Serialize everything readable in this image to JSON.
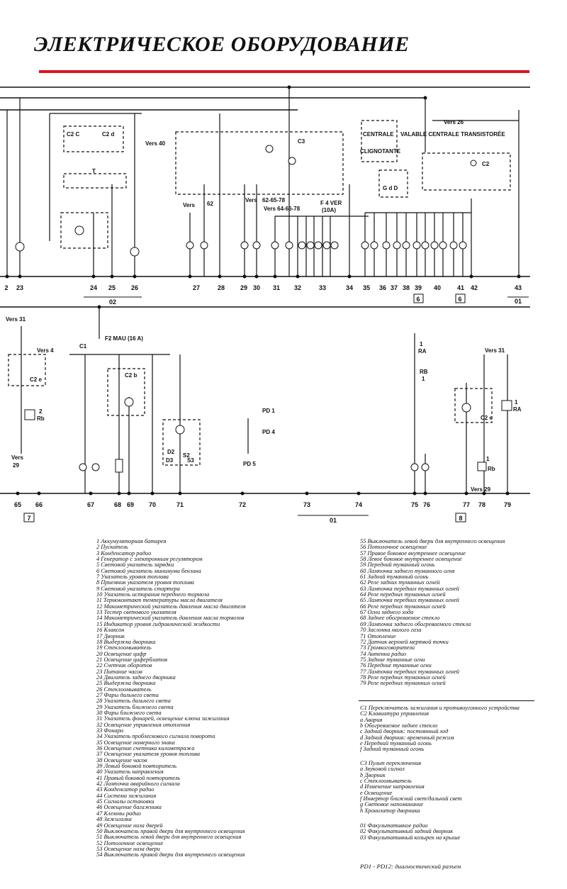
{
  "header": {
    "title": "ЭЛЕКТРИЧЕСКОЕ ОБОРУДОВАНИЕ",
    "rule_color": "#d8141e"
  },
  "top_labels": {
    "vers26": "Vers 26",
    "valable": "VALABLE CENTRALE TRANSISTORÉE",
    "centrale": "CENTRALE",
    "clignotante": "CLIGNOTANTE",
    "vers40": "Vers 40",
    "c3": "C3",
    "c2c": "C2  C",
    "c2d": "C2  d",
    "t": "T",
    "n62": "62",
    "vers_a": "Vers",
    "vers_b": "Vers",
    "v627678": "62-65-78",
    "v646678": "Vers 64-66-78",
    "f4ver": "F 4 VER",
    "f4amp": "(10A)",
    "c2": "C2",
    "gd": "G  d  D"
  },
  "top_numbers": [
    "2",
    "23",
    "24",
    "25",
    "26",
    "27",
    "28",
    "29",
    "30",
    "31",
    "32",
    "33",
    "34",
    "35",
    "36",
    "37",
    "38",
    "39",
    "40",
    "41",
    "42",
    "43"
  ],
  "top_groups": {
    "g02": "02",
    "g6a": "6",
    "g6b": "6",
    "g01": "01"
  },
  "bottom_labels": {
    "vers31a": "Vers 31",
    "vers4": "Vers 4",
    "c2e": "C2 e",
    "n2rb": "2",
    "rb": "Rb",
    "vers29a": "Vers",
    "n29a": "29",
    "f2mau": "F2 MAU (16 A)",
    "c1": "C1",
    "c2b": "C2 b",
    "pd1": "PD 1",
    "pd4": "PD 4",
    "pd5": "PD 5",
    "ra1": "1",
    "ra": "RA",
    "rb1": "RB",
    "one": "1",
    "vers31b": "Vers 31",
    "c2e2": "C2 e",
    "n1ra": "1",
    "ra2": "RA",
    "n1rb": "1",
    "rb2": "Rb",
    "vers29b": "Vers 29",
    "d2": "D2",
    "d3": "D3",
    "s2": "S2",
    "s3": "S3"
  },
  "bottom_numbers": [
    "65",
    "66",
    "67",
    "68",
    "69",
    "70",
    "71",
    "72",
    "73",
    "74",
    "75",
    "76",
    "77",
    "78",
    "79"
  ],
  "bottom_groups": {
    "g7": "7",
    "g01": "01",
    "g8": "8"
  },
  "legend_left": [
    "1 Аккумуляторная батарея",
    "2 Пускатель",
    "3 Конденсатор радио",
    "4 Генератор с электронным регулятором",
    "5 Световой указатель зарядки",
    "6 Световой указатель минимума бензина",
    "7 Указатель уровня топлива",
    "8 Приемник указателя уровня топлива",
    "9 Световой указатель стартера",
    "10 Указатель истирания переднего тормоза",
    "11 Термоконтакт температуры масла двигателя",
    "12 Манометрический указатель давления масла двигателя",
    "13 Тестер светового указателя",
    "14 Манометрический указатель давления масла тормозов",
    "15 Индикатор уровня гидравлической жидкости",
    "16 Клаксон",
    "17 Дворник",
    "18 Выдержка дворника",
    "19 Стеклоомыватель",
    "20 Освещение цифр",
    "21 Освещение циферблатов",
    "22 Счетчик оборотов",
    "23 Питание часов",
    "24 Двигатель заднего дворника",
    "25 Выдержка дворника",
    "26 Стеклоомыватель",
    "27 Фары дальнего света",
    "28 Указатель дальнего света",
    "29 Указатель ближнего света",
    "30 Фары ближнего света",
    "31 Указатель фонарей, освещение ключа зажигания",
    "32 Освещение управления отопления",
    "33 Фонари",
    "34 Указатель проблескового сигнала поворота",
    "35 Освещение номерного знака",
    "36 Освещение счетчика километража",
    "37 Освещение указателя уровня топлива",
    "38 Освещение часов",
    "39 Левый боковой повторитель",
    "40 Указатель направления",
    "41 Правый боковой повторитель",
    "42 Лампочка аварийного сигнала",
    "43 Конденсатор радио",
    "44 Система зажигания",
    "45 Сигналы остановки",
    "46 Освещение багажника",
    "47 Клеммы радио",
    "48 Зажигалка",
    "49 Освещение низа дверей",
    "50 Выключатель правой двери для внутреннего освещения",
    "51 Выключатель левой двери для внутреннего освещения",
    "52 Потолочное освещение",
    "53 Освещение низа двери",
    "54 Выключатель правой двери для внутреннего освещения"
  ],
  "legend_right": [
    "55 Выключатель левой двери для внутреннего освещения",
    "56 Потолочное освещение",
    "57 Правое боковое внутреннее освещение",
    "58 Левое боковое внутреннее освещение",
    "59 Передний туманный огонь",
    "60 Лампочка заднего туманного огня",
    "61 Задний туманный огонь",
    "62 Реле задних туманных огней",
    "63 Лампочка передних туманных огней",
    "64 Реле передних туманных огней",
    "65 Лампочка передних туманных огней",
    "66 Реле передних туманных огней",
    "67 Огни заднего хода",
    "68 Заднее обогреваемое стекло",
    "69 Лампочка заднего обогреваемого стекла",
    "70 Заслонка малого газа",
    "71 Отопление",
    "72 Датчик верхней мертвой точки",
    "73 Громкоговорители",
    "74 Антенна радио",
    "75 Задние туманные огни",
    "76 Передние туманные огни",
    "77 Лампочка передних туманных огней",
    "78 Реле передних туманных огней",
    "79 Реле передних туманных огней"
  ],
  "legend_c": [
    "C1  Переключатель зажигания и противоугонного устройства",
    "C2  Клавиатура управления",
    "a   Авария",
    "b   Обогреваемое заднее стекло",
    "c   Задний дворник: постоянный ход",
    "d   Задний дворник: временный режим",
    "e   Передний туманный огонь",
    "f   Задний туманный огонь"
  ],
  "legend_c3": [
    "C3  Пульт переключения",
    "a   Звуковой сигнал",
    "b   Дворник",
    "c   Стеклоомыватель",
    "d   Изменение направления",
    "e   Освещение",
    "f   Инвертор ближний свет/дальний свет",
    "g   Световое напоминание",
    "h   Хронизатор дворника"
  ],
  "legend_opt": [
    "01  Факультативное радио",
    "02  Факультативный задний дворник",
    "03  Факультативный козырек на крыше"
  ],
  "legend_pd": "PD1 - PD12: диагностический разъем"
}
